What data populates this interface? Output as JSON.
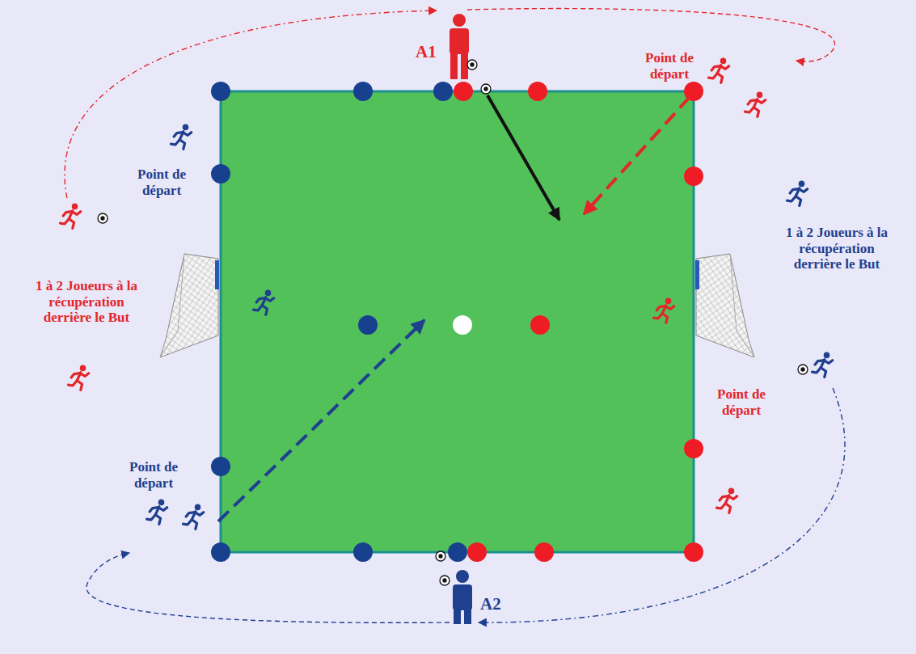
{
  "diagram": {
    "labels": [
      "A1",
      "Point de départ",
      "Point de départ",
      "1 à 2 Joueurs à la récupération derrière le But",
      "1 à 2 Joueurs à la récupération derrière le But",
      "Point de départ",
      "Point de départ",
      "A2"
    ]
  }
}
